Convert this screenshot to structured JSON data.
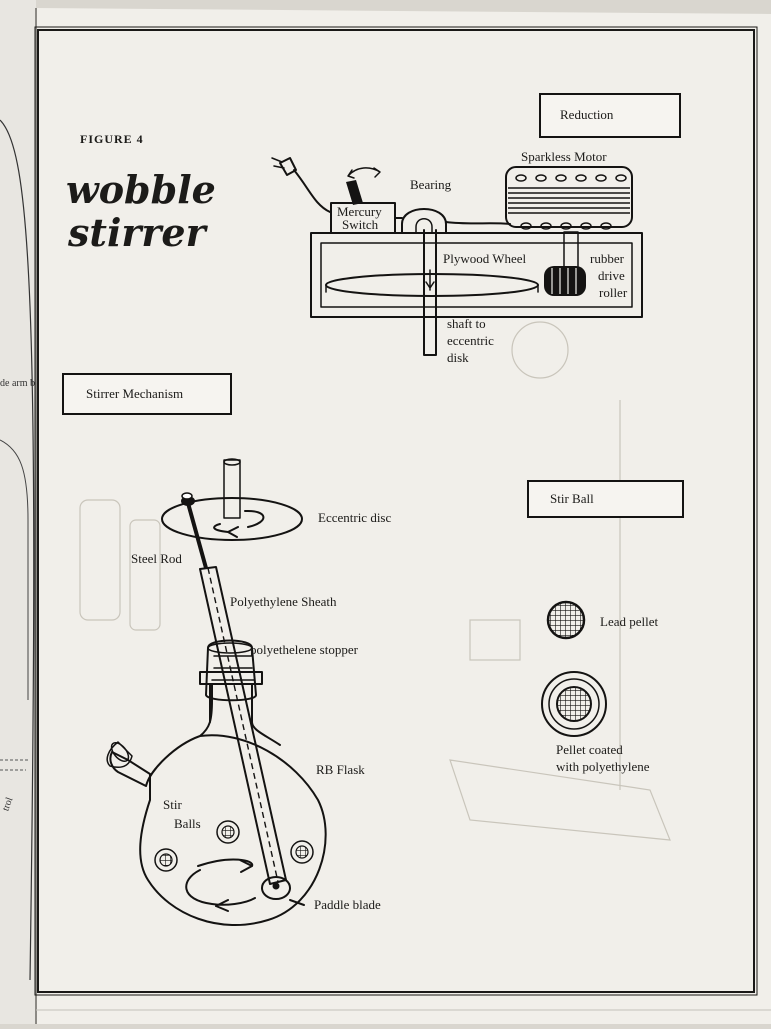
{
  "figure_label": "FIGURE 4",
  "title": {
    "line1": "wobble",
    "line2": "stirrer"
  },
  "boxes": {
    "reduction": "Reduction",
    "stirrer_mechanism": "Stirrer Mechanism",
    "stir_ball": "Stir Ball"
  },
  "motor_assembly": {
    "sparkless_motor": "Sparkless Motor",
    "bearing": "Bearing",
    "mercury_switch_line1": "Mercury",
    "mercury_switch_line2": "Switch",
    "plywood_wheel": "Plywood Wheel",
    "rubber_roller_line1": "rubber",
    "rubber_roller_line2": "drive",
    "rubber_roller_line3": "roller",
    "shaft_line1": "shaft to",
    "shaft_line2": "eccentric",
    "shaft_line3": "disk"
  },
  "mechanism": {
    "eccentric_disc": "Eccentric disc",
    "steel_rod": "Steel Rod",
    "polyethylene_sheath": "Polyethylene Sheath",
    "stopper": "polyethelene stopper",
    "rb_flask": "RB Flask",
    "stir_balls_line1": "Stir",
    "stir_balls_line2": "Balls",
    "paddle_blade": "Paddle blade"
  },
  "stir_ball_detail": {
    "lead_pellet": "Lead pellet",
    "coated_line1": "Pellet coated",
    "coated_line2": "with polyethylene"
  },
  "left_edge_fragment": {
    "line1": "de arm bea",
    "line2": "trol"
  }
}
